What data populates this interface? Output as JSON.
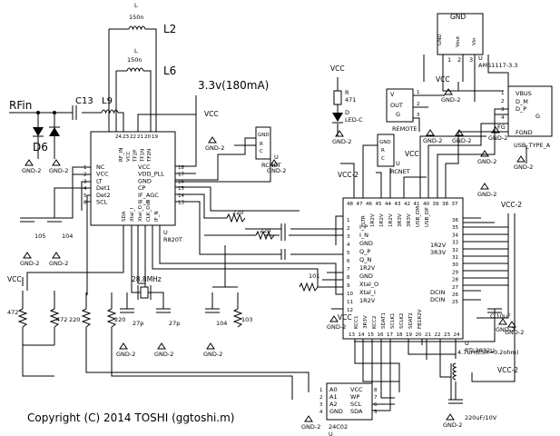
{
  "labels": {
    "l_top": "L",
    "l_top_val": "150n",
    "l2": "L2",
    "l_mid": "L",
    "l_mid_val": "150n",
    "l6": "L6",
    "rfin": "RFin",
    "c13": "C13",
    "l9": "L9",
    "d6": "D6",
    "supply": "3.3v(180mA)",
    "vcc_r820": "VCC",
    "vcc_led": "VCC",
    "vcc_ams": "VCC",
    "vcc_lt": "VCC",
    "vcc_rt": "VCC",
    "vcc_bl": "VCC",
    "vcc_bot": "VCC",
    "vcc_2": "VCC-2",
    "vcc_2b": "VCC-2",
    "vcc_2c": "VCC-2",
    "gnd2": "GND-2",
    "r_led": "R",
    "r_led_val": "471",
    "d_led": "D",
    "d_led_val": "LED-C",
    "remote": "REMOTE",
    "u": "U",
    "rcnet": "RCNET",
    "rcnet2": "RCNET",
    "ams_gnd": "GND",
    "ams_vout": "Vout",
    "ams_vin": "Vin",
    "ams_name": "AMS1117-3.3",
    "usb_name": "USB_TYPE_A",
    "r820t": "R820T",
    "rtl": "RTL2832U",
    "eeprom": "24C02",
    "xtal": "28.8MHz",
    "c105": "105",
    "c104a": "104",
    "c27a": "27p",
    "c27b": "27p",
    "c104b": "104",
    "r472a": "472",
    "r472b": "472",
    "r220a": "220",
    "r220b": "220",
    "r103": "103",
    "r220c": "220",
    "r220d": "220",
    "r101": "101",
    "c10uf": "C 10uF",
    "l47": "4.7uH(ESR=0.2ohm)",
    "c220": "220uF/10V",
    "copyright": "Copyright (C) 2014 TOSHI (ggtoshi.m)"
  },
  "r820t_pins": {
    "left": [
      "NC",
      "VCC",
      "LT",
      "Det1",
      "Det2",
      "SCL"
    ],
    "left_no": [
      "1",
      "2",
      "3",
      "4",
      "5",
      "6"
    ],
    "right": [
      "VCC",
      "VDD_PLL",
      "GND",
      "CP",
      "IF_AGC",
      "IF_P"
    ],
    "right_no": [
      "18",
      "17",
      "16",
      "15",
      "14",
      "13"
    ],
    "top": [
      "RF_IN",
      "VCC",
      "TF2P",
      "TF1N",
      "TF2N"
    ],
    "top_no": [
      "24",
      "23",
      "22",
      "21",
      "20",
      "19"
    ],
    "bottom": [
      "SDA",
      "Xtal_I",
      "Xtal_O",
      "CLK_Out",
      "IF_N"
    ]
  },
  "rtl_pins": {
    "top": [
      "FLTR",
      "1R2V",
      "1R2V",
      "1R2V",
      "3R3V",
      "3R3V",
      "USB_DM",
      "USB_DP"
    ],
    "top_no": [
      "48",
      "47",
      "46",
      "45",
      "44",
      "43",
      "42",
      "41",
      "40",
      "39",
      "38",
      "37"
    ],
    "left": [
      "I_P",
      "I_N",
      "GND",
      "Q_P",
      "Q_N",
      "1R2V",
      "GND",
      "Xtal_O",
      "Xtal_I",
      "1R2V"
    ],
    "left_no": [
      "1",
      "2",
      "3",
      "4",
      "5",
      "6",
      "7",
      "8",
      "9",
      "10",
      "11",
      "12"
    ],
    "right": [
      "1R2V",
      "3R3V",
      "DCIN",
      "DCIN"
    ],
    "right_no": [
      "36",
      "35",
      "34",
      "33",
      "32",
      "31",
      "30",
      "29",
      "28",
      "27",
      "26",
      "25"
    ],
    "bottom": [
      "KCC1",
      "3R3V",
      "KCC2",
      "SDAT1",
      "SCLK1",
      "SCLK2",
      "SDAT2",
      "FB1R2V"
    ],
    "bottom_no": [
      "13",
      "14",
      "15",
      "16",
      "17",
      "18",
      "19",
      "20",
      "21",
      "22",
      "23",
      "24"
    ]
  },
  "eeprom_pins": {
    "left": [
      "A0",
      "A1",
      "A2",
      "GND"
    ],
    "left_no": [
      "1",
      "2",
      "3",
      "4"
    ],
    "right": [
      "VCC",
      "WP",
      "SCL",
      "SDA"
    ],
    "right_no": [
      "8",
      "7",
      "6",
      "5"
    ]
  },
  "usb_pins": {
    "names": [
      "VBUS",
      "D_M",
      "D_P",
      "G",
      "FG",
      "FGND"
    ],
    "nums": [
      "1",
      "2",
      "3",
      "4"
    ]
  },
  "remote_pins": {
    "v": "V",
    "out": "OUT",
    "g": "G",
    "nums": [
      "1",
      "2",
      "3"
    ]
  },
  "rcnet_pins": {
    "names": [
      "GND",
      "R",
      "C"
    ],
    "nums": [
      "1",
      "2",
      "3",
      "4"
    ]
  },
  "ams_pins": {
    "nums": [
      "1",
      "2",
      "3"
    ]
  }
}
